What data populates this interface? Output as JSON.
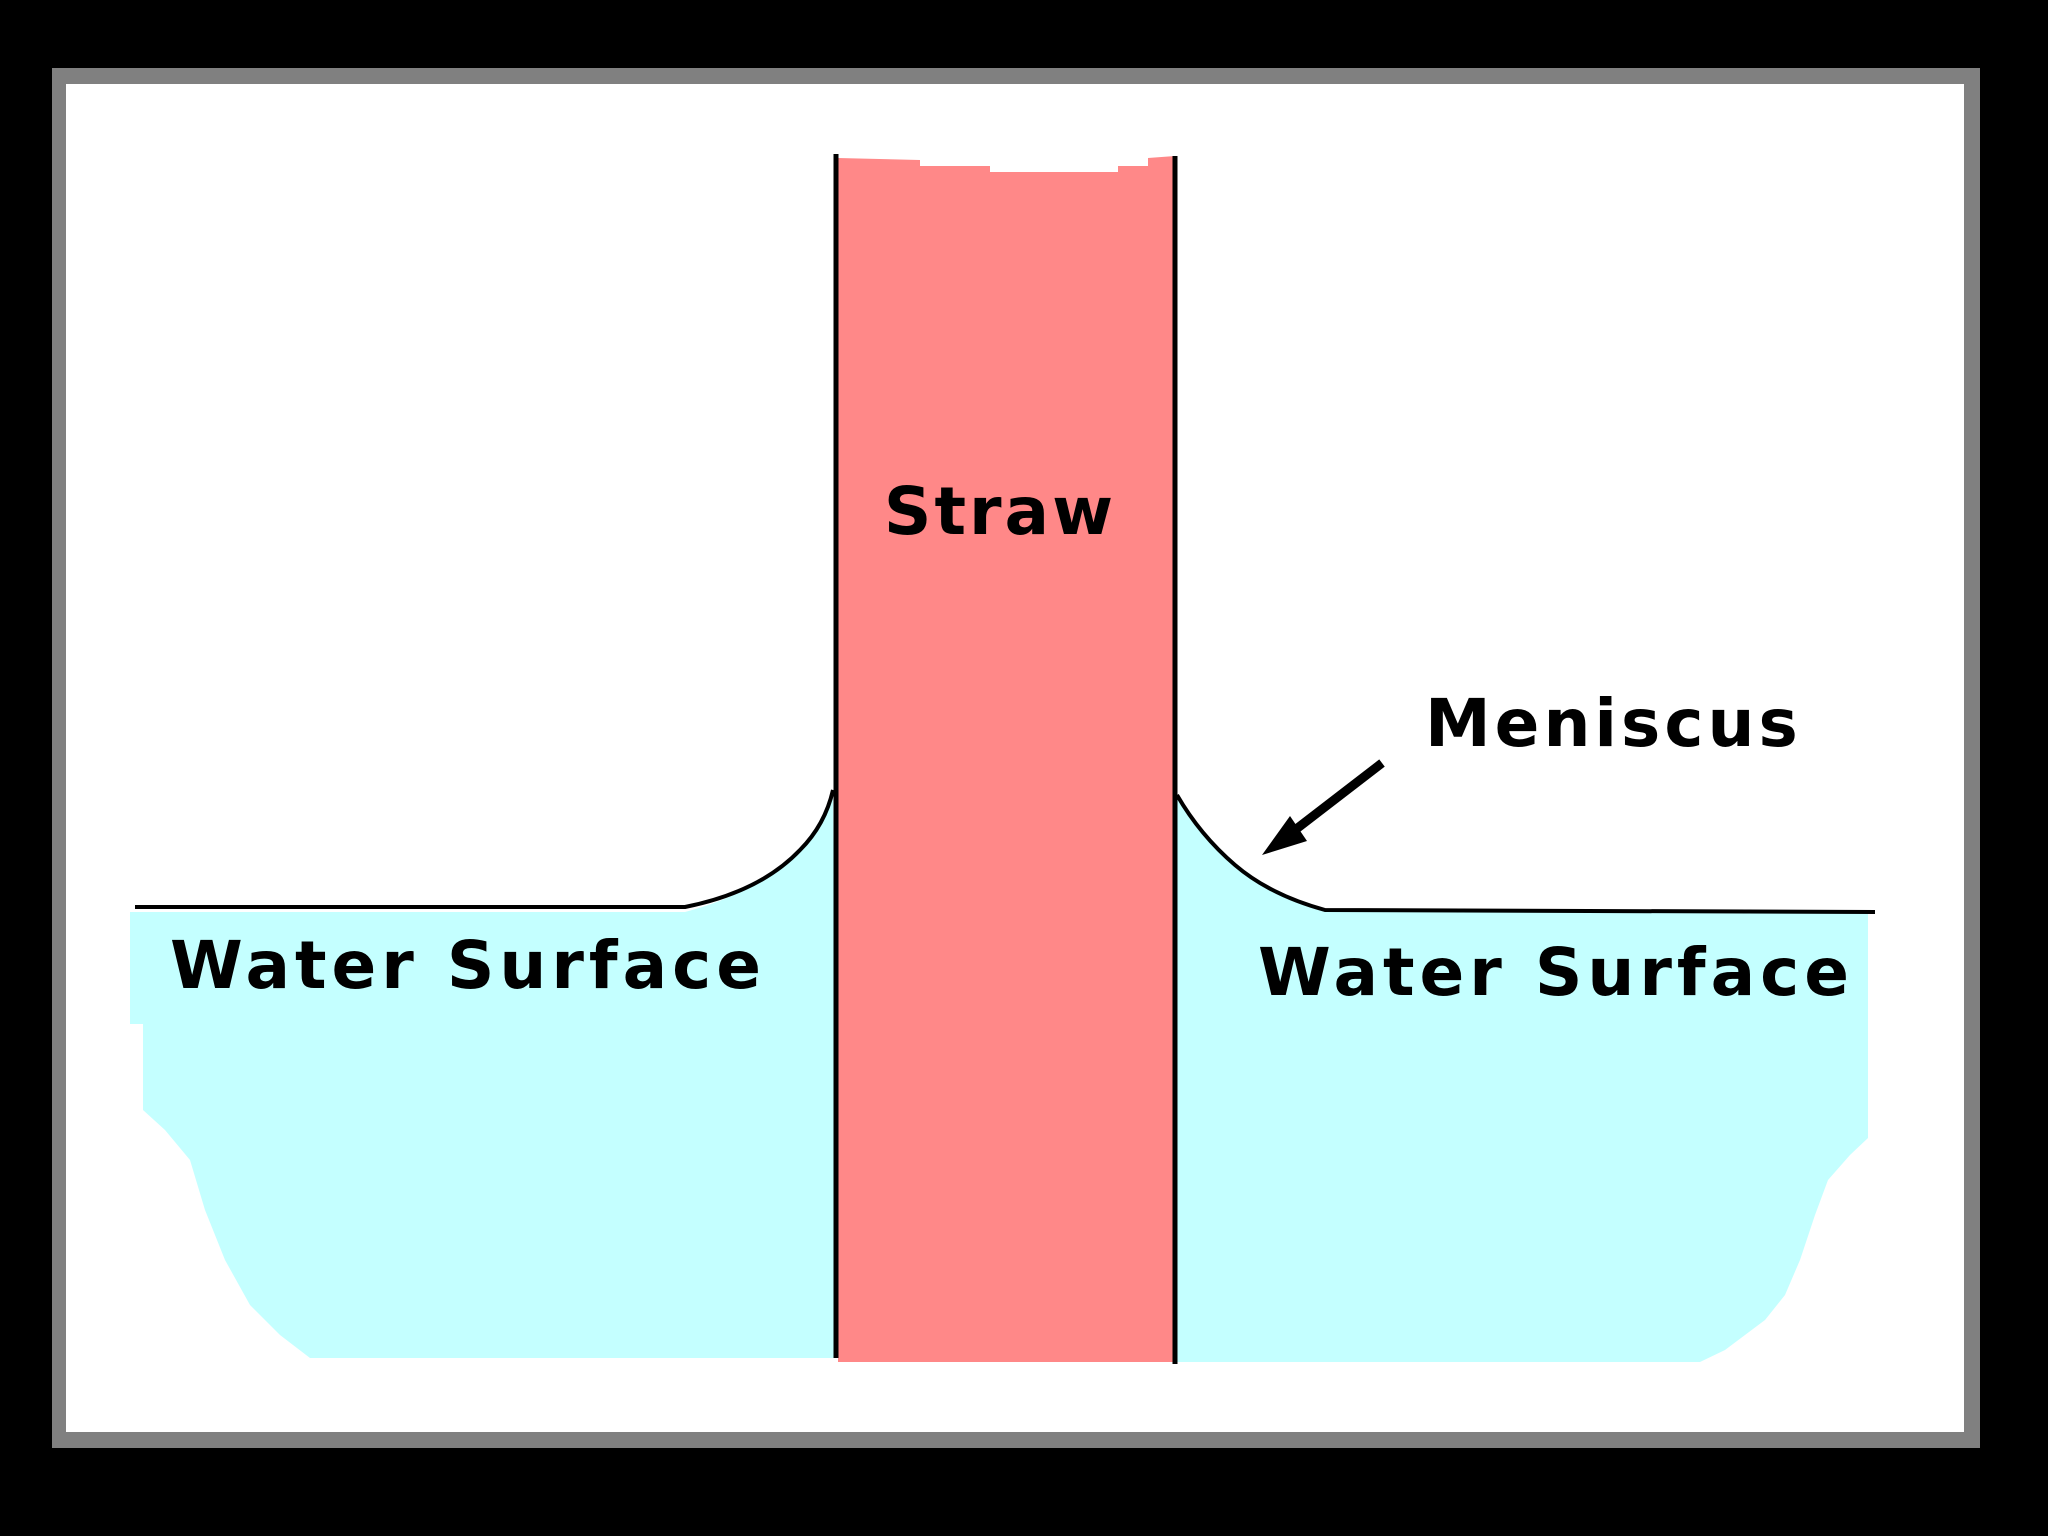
{
  "labels": {
    "straw": "Straw",
    "meniscus": "Meniscus",
    "water_surface_left": "Water Surface",
    "water_surface_right": "Water Surface"
  },
  "colors": {
    "background": "#000000",
    "frame": "#808080",
    "panel": "#ffffff",
    "straw": "#ff8888",
    "water": "#c4ffff",
    "ink": "#000000"
  },
  "icons": {
    "pointer": "arrow-icon"
  }
}
